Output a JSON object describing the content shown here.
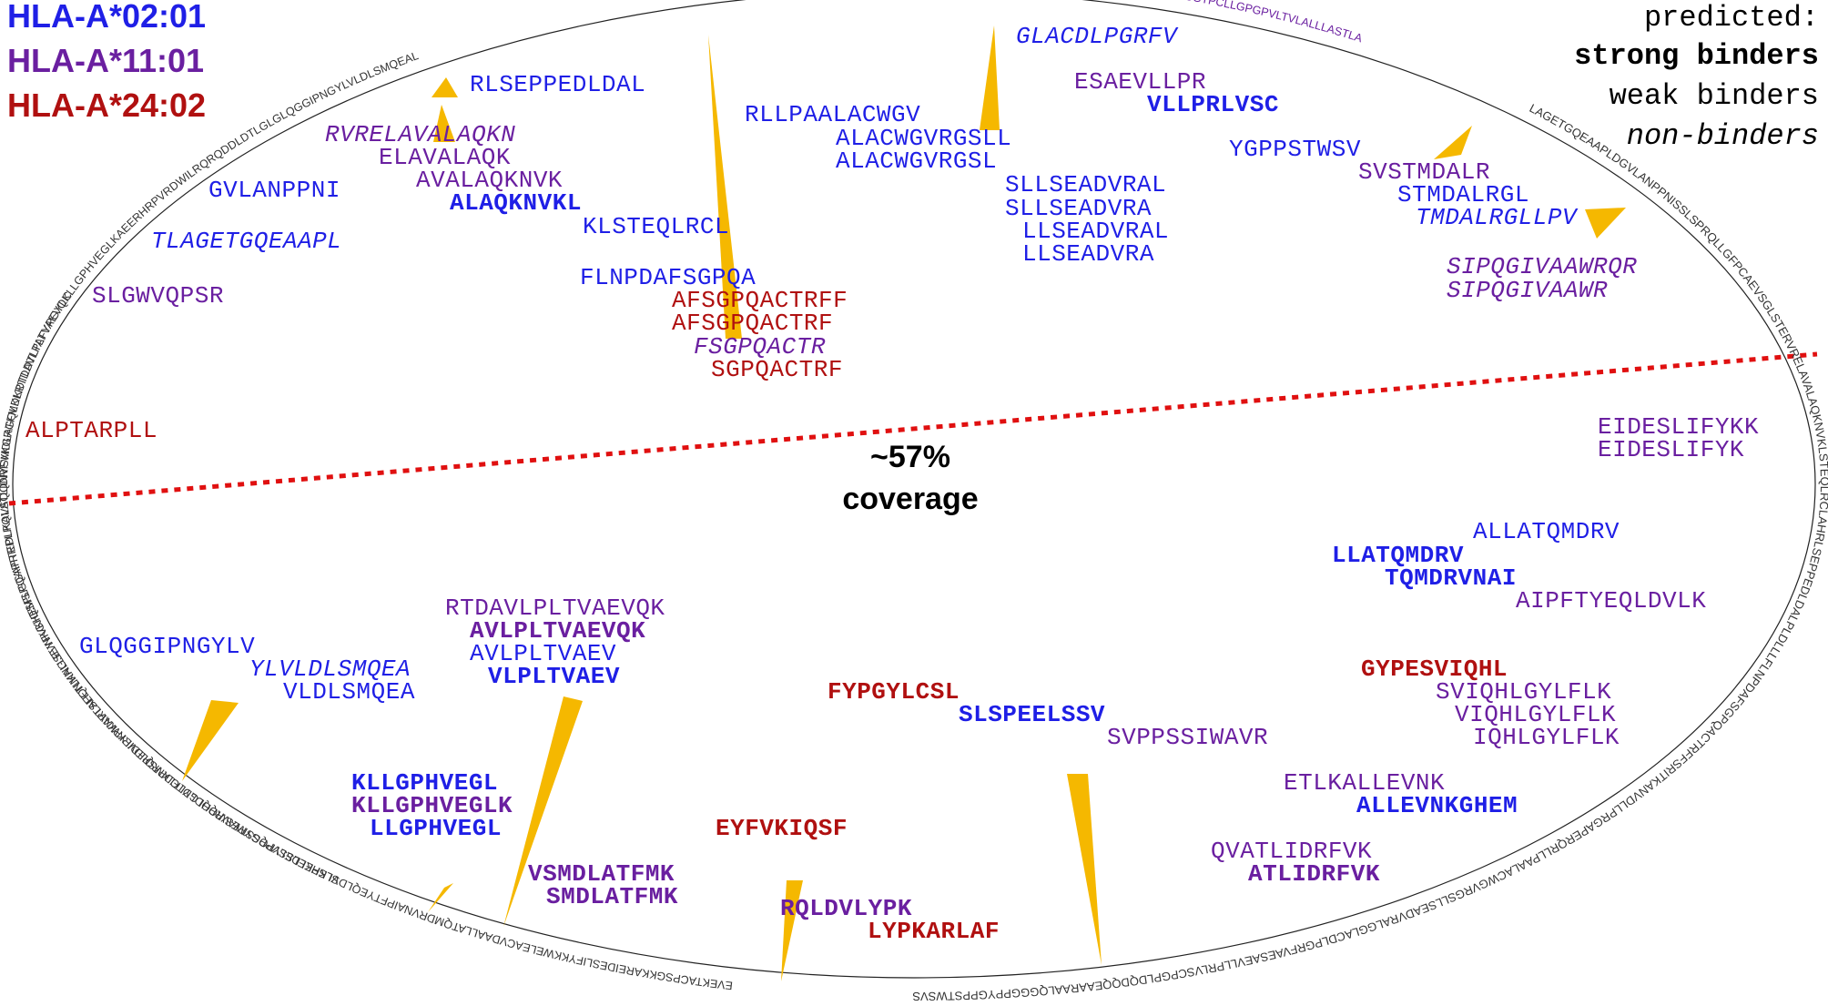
{
  "colors": {
    "A0201": "#1f1fe6",
    "A1101": "#6a1fa0",
    "A2402": "#b01010",
    "marker": "#f5b800",
    "divider": "#e01010"
  },
  "legend": {
    "alleles": [
      "HLA-A*02:01",
      "HLA-A*11:01",
      "HLA-A*24:02"
    ],
    "predicted_title": "predicted:",
    "strong": "strong binders",
    "weak": "weak binders",
    "non": "non-binders"
  },
  "coverage": {
    "percent": "~57%",
    "label": "coverage"
  },
  "peptides": [
    {
      "text": "RLSEPPEDLDAL",
      "allele": "A0201",
      "type": "weak"
    },
    {
      "text": "RVRELAVALAQKN",
      "allele": "A1101",
      "type": "non"
    },
    {
      "text": "ELAVALAQK",
      "allele": "A1101",
      "type": "weak"
    },
    {
      "text": "AVALAQKNVK",
      "allele": "A1101",
      "type": "weak"
    },
    {
      "text": "ALAQKNVKL",
      "allele": "A0201",
      "type": "strong"
    },
    {
      "text": "KLSTEQLRCL",
      "allele": "A0201",
      "type": "weak"
    },
    {
      "text": "GVLANPPNI",
      "allele": "A0201",
      "type": "weak"
    },
    {
      "text": "TLAGETGQEAAPL",
      "allele": "A0201",
      "type": "non"
    },
    {
      "text": "SLGWVQPSR",
      "allele": "A1101",
      "type": "weak"
    },
    {
      "text": "FLNPDAFSGPQA",
      "allele": "A0201",
      "type": "weak"
    },
    {
      "text": "AFSGPQACTRFF",
      "allele": "A2402",
      "type": "weak"
    },
    {
      "text": "AFSGPQACTRF",
      "allele": "A2402",
      "type": "weak"
    },
    {
      "text": "FSGPQACTR",
      "allele": "A1101",
      "type": "non"
    },
    {
      "text": "SGPQACTRF",
      "allele": "A2402",
      "type": "weak"
    },
    {
      "text": "ALPTARPLL",
      "allele": "A2402",
      "type": "weak"
    },
    {
      "text": "GLACDLPGRFV",
      "allele": "A0201",
      "type": "non"
    },
    {
      "text": "ESAEVLLPR",
      "allele": "A1101",
      "type": "weak"
    },
    {
      "text": "VLLPRLVSC",
      "allele": "A0201",
      "type": "strong"
    },
    {
      "text": "RLLPAALACWGV",
      "allele": "A0201",
      "type": "weak"
    },
    {
      "text": "ALACWGVRGSLL",
      "allele": "A0201",
      "type": "weak"
    },
    {
      "text": "ALACWGVRGSL",
      "allele": "A0201",
      "type": "weak"
    },
    {
      "text": "SLLSEADVRAL",
      "allele": "A0201",
      "type": "weak"
    },
    {
      "text": "SLLSEADVRA",
      "allele": "A0201",
      "type": "weak"
    },
    {
      "text": "LLSEADVRAL",
      "allele": "A0201",
      "type": "weak"
    },
    {
      "text": "LLSEADVRA",
      "allele": "A0201",
      "type": "weak"
    },
    {
      "text": "YGPPSTWSV",
      "allele": "A0201",
      "type": "weak"
    },
    {
      "text": "SVSTMDALR",
      "allele": "A1101",
      "type": "weak"
    },
    {
      "text": "STMDALRGL",
      "allele": "A0201",
      "type": "weak"
    },
    {
      "text": "TMDALRGLLPV",
      "allele": "A0201",
      "type": "non"
    },
    {
      "text": "SIPQGIVAAWRQR",
      "allele": "A1101",
      "type": "non"
    },
    {
      "text": "SIPQGIVAAWR",
      "allele": "A1101",
      "type": "non"
    },
    {
      "text": "EIDESLIFYKK",
      "allele": "A1101",
      "type": "weak"
    },
    {
      "text": "EIDESLIFYK",
      "allele": "A1101",
      "type": "weak"
    },
    {
      "text": "ALLATQMDRV",
      "allele": "A0201",
      "type": "weak"
    },
    {
      "text": "LLATQMDRV",
      "allele": "A0201",
      "type": "strong"
    },
    {
      "text": "TQMDRVNAI",
      "allele": "A0201",
      "type": "strong"
    },
    {
      "text": "AIPFTYEQLDVLK",
      "allele": "A1101",
      "type": "weak"
    },
    {
      "text": "GYPESVIQHL",
      "allele": "A2402",
      "type": "strong"
    },
    {
      "text": "SVIQHLGYLFLK",
      "allele": "A1101",
      "type": "weak"
    },
    {
      "text": "VIQHLGYLFLK",
      "allele": "A1101",
      "type": "weak"
    },
    {
      "text": "IQHLGYLFLK",
      "allele": "A1101",
      "type": "weak"
    },
    {
      "text": "FYPGYLCSL",
      "allele": "A2402",
      "type": "strong"
    },
    {
      "text": "SLSPEELSSV",
      "allele": "A0201",
      "type": "strong"
    },
    {
      "text": "SVPPSSIWAVR",
      "allele": "A1101",
      "type": "weak"
    },
    {
      "text": "ETLKALLEVNK",
      "allele": "A1101",
      "type": "weak"
    },
    {
      "text": "ALLEVNKGHEM",
      "allele": "A0201",
      "type": "strong"
    },
    {
      "text": "QVATLIDRFVK",
      "allele": "A1101",
      "type": "weak"
    },
    {
      "text": "ATLIDRFVK",
      "allele": "A1101",
      "type": "strong"
    },
    {
      "text": "RTDAVLPLTVAEVQK",
      "allele": "A1101",
      "type": "weak"
    },
    {
      "text": "AVLPLTVAEVQK",
      "allele": "A1101",
      "type": "strong"
    },
    {
      "text": "AVLPLTVAEV",
      "allele": "A0201",
      "type": "weak"
    },
    {
      "text": "VLPLTVAEV",
      "allele": "A0201",
      "type": "strong"
    },
    {
      "text": "GLQGGIPNGYLV",
      "allele": "A0201",
      "type": "weak"
    },
    {
      "text": "YLVLDLSMQEA",
      "allele": "A0201",
      "type": "non"
    },
    {
      "text": "VLDLSMQEA",
      "allele": "A0201",
      "type": "weak"
    },
    {
      "text": "KLLGPHVEGL",
      "allele": "A0201",
      "type": "strong"
    },
    {
      "text": "KLLGPHVEGLK",
      "allele": "A1101",
      "type": "strong"
    },
    {
      "text": "LLGPHVEGL",
      "allele": "A0201",
      "type": "strong"
    },
    {
      "text": "EYFVKIQSF",
      "allele": "A2402",
      "type": "strong"
    },
    {
      "text": "VSMDLATFMK",
      "allele": "A1101",
      "type": "strong"
    },
    {
      "text": "SMDLATFMK",
      "allele": "A1101",
      "type": "strong"
    },
    {
      "text": "RQLDVLYPK",
      "allele": "A1101",
      "type": "strong"
    },
    {
      "text": "LYPKARLAF",
      "allele": "A2402",
      "type": "strong"
    }
  ],
  "sequence": {
    "top": "LAGETGQEAAPLDGVLANPPNISSLSPRQLLGFPCAEVSGLSTERVRELAVALAQKNVKLSTEQLRCLAHRLSEPPEDLDALPLDLLLFLNPDAFSGPQACTRFFSRITKANVDLLPRGAPERQRLLPAALACWGVRGSLLSEADVRALGGLACDLPGRFVAESAEVLLPRLVSCPGPLDQDQQEAARAALQGGGPPYGPPSTWSVSTMDALRGLLPVLGQPIIRSIPQGIVAAWRQRSSRDPSWRQPERTILRPRFRR",
    "right": "EVEKTACPSGKKAREIDESLIFYKKWELEACVDAALLATQMDRVNAIPFTYEQLDVLKHKLDELYPQGYPESVIQHLGYLFLKMSPEDIRKWNVTSLETLKALLEVNKGHEMSPQAPRRPLPQVATLIDRFVKGRGQLDKDTLDTLTAFYPGYLC",
    "bottom": "SLSPEELSSVPPSSIWAVRPQDLDTCDPRQLDVLYPKARLAFQNMNGSEYFVKIQSFLGGAPTEDLKALSQQNVSMDLATFMKLRTDAVLPLTVAEVQKLLGPHVEGLKAEERHRPVRDWILRQRQDDLDTLGLGLQGGIPNGYLVLDLSMQEAL",
    "left": "SGTPCLLGPGPVLTVLALLLASTLA",
    "leftgray": "MALPTARPLLGSCGTPALGSLLFLLFSLGWVQPSRT"
  }
}
